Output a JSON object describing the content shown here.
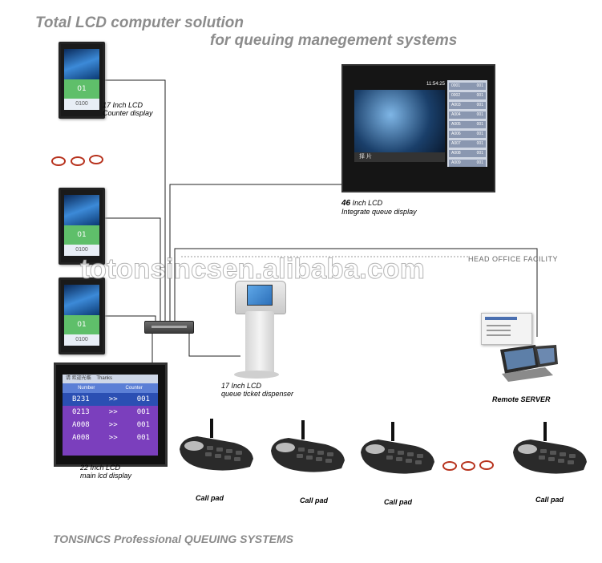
{
  "header": {
    "line1": "Total LCD computer solution",
    "line2": "for queuing manegement systems"
  },
  "counter_displays": {
    "caption_line1": "17 Inch LCD",
    "caption_line2": "Counter display",
    "screen_number": "01",
    "screen_bottom": "0100"
  },
  "integrate_display": {
    "caption_size": "46",
    "caption_line1": " Inch LCD",
    "caption_line2": "Integrate queue display",
    "clock": "11:54:25",
    "video_label": "择 片",
    "side_rows": [
      {
        "num": "0001",
        "ctr": "001"
      },
      {
        "num": "0002",
        "ctr": "001"
      },
      {
        "num": "A003",
        "ctr": "001"
      },
      {
        "num": "A004",
        "ctr": "001"
      },
      {
        "num": "A005",
        "ctr": "001"
      },
      {
        "num": "A006",
        "ctr": "001"
      },
      {
        "num": "A007",
        "ctr": "001"
      },
      {
        "num": "A008",
        "ctr": "001"
      },
      {
        "num": "A009",
        "ctr": "001"
      }
    ]
  },
  "main_display": {
    "caption_line1": "22 Inch LCD",
    "caption_line2": "main lcd display",
    "header_left": "请 欢迎光临",
    "header_right": "Thanks",
    "col_number": "Number",
    "col_counter": "Counter",
    "rows": [
      {
        "number": "B231",
        "arrow": ">>",
        "counter": "001",
        "highlight": true
      },
      {
        "number": "0213",
        "arrow": ">>",
        "counter": "001",
        "highlight": false
      },
      {
        "number": "A008",
        "arrow": ">>",
        "counter": "001",
        "highlight": false
      },
      {
        "number": "A008",
        "arrow": ">>",
        "counter": "001",
        "highlight": false
      }
    ]
  },
  "ticket_dispenser": {
    "caption_line1": "17 Inch LCD",
    "caption_line2": "queue ticket dispenser"
  },
  "watermark": "totonsincsen.alibaba.com",
  "head_office": "HEAD OFFICE FACILITY",
  "remote_server": "Remote SERVER",
  "call_pads": [
    "Call pad",
    "Call pad",
    "Call pad",
    "Call pad"
  ],
  "footer": "TONSINCS Professional QUEUING SYSTEMS",
  "colors": {
    "title_gray": "#8c8c8c",
    "ring_red": "#b7321d",
    "main_lcd_purple": "#7b3fbd",
    "main_lcd_header_blue": "#5b7fd6"
  }
}
